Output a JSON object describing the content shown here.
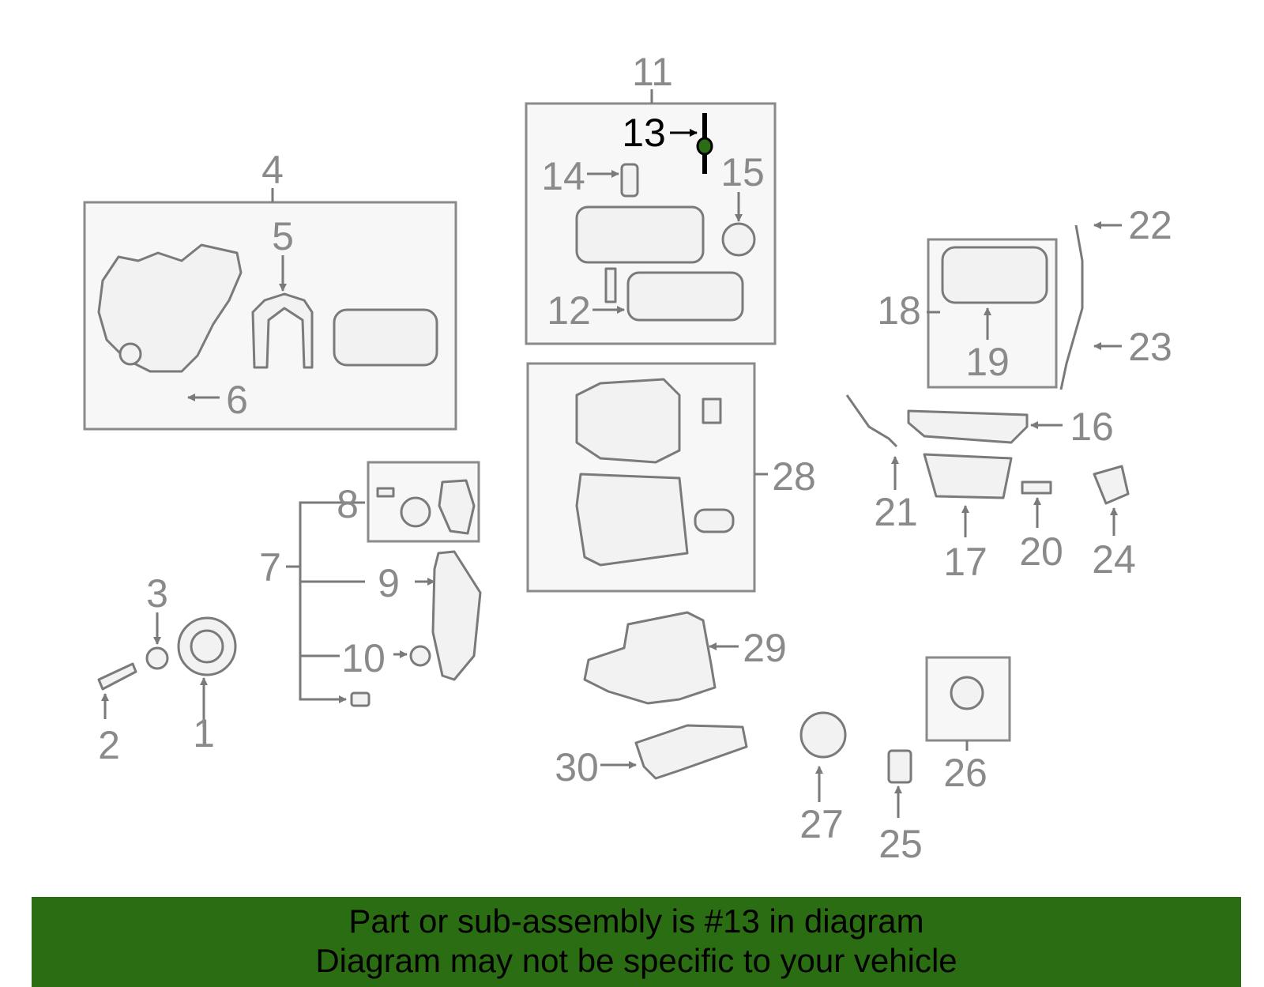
{
  "highlight_color": "#2a6d12",
  "callouts": {
    "c1": "1",
    "c2": "2",
    "c3": "3",
    "c4": "4",
    "c5": "5",
    "c6": "6",
    "c7": "7",
    "c8": "8",
    "c9": "9",
    "c10": "10",
    "c11": "11",
    "c12": "12",
    "c13": "13",
    "c14": "14",
    "c15": "15",
    "c16": "16",
    "c17": "17",
    "c18": "18",
    "c19": "19",
    "c20": "20",
    "c21": "21",
    "c22": "22",
    "c23": "23",
    "c24": "24",
    "c25": "25",
    "c26": "26",
    "c27": "27",
    "c28": "28",
    "c29": "29",
    "c30": "30"
  },
  "banner": {
    "line1": "Part or sub-assembly is #13 in diagram",
    "line2": "Diagram may not be specific to your vehicle"
  }
}
